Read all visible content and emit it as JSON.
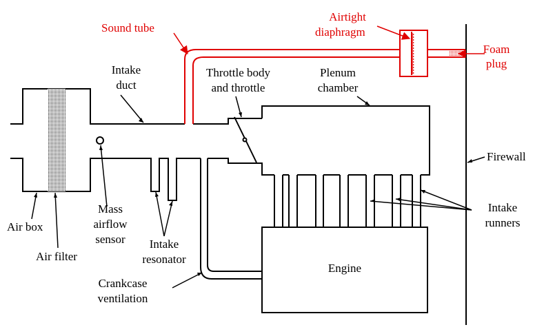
{
  "colors": {
    "line": "#000000",
    "sound_tube": "#e00000",
    "background": "#ffffff"
  },
  "labels": {
    "sound_tube": "Sound tube",
    "airtight_1": "Airtight",
    "airtight_2": "diaphragm",
    "foam_1": "Foam",
    "foam_2": "plug",
    "intake_duct_1": "Intake",
    "intake_duct_2": "duct",
    "throttle_1": "Throttle body",
    "throttle_2": "and throttle",
    "plenum_1": "Plenum",
    "plenum_2": "chamber",
    "firewall": "Firewall",
    "runners_1": "Intake",
    "runners_2": "runners",
    "air_box": "Air box",
    "air_filter": "Air filter",
    "maf_1": "Mass",
    "maf_2": "airflow",
    "maf_3": "sensor",
    "resonator_1": "Intake",
    "resonator_2": "resonator",
    "crankcase_1": "Crankcase",
    "crankcase_2": "ventilation",
    "engine": "Engine"
  }
}
